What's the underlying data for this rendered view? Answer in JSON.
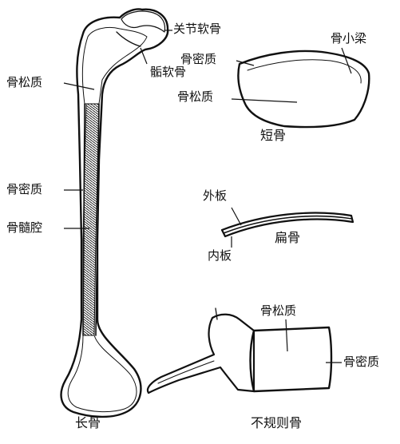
{
  "long_bone": {
    "caption": "长骨",
    "labels": {
      "articular_cartilage": "关节软骨",
      "epiphyseal_cartilage": "骺软骨",
      "spongy_bone": "骨松质",
      "compact_bone": "骨密质",
      "marrow_cavity": "骨髓腔"
    }
  },
  "short_bone": {
    "caption": "短骨",
    "labels": {
      "trabecula": "骨小梁",
      "compact_bone": "骨密质",
      "spongy_bone": "骨松质"
    }
  },
  "flat_bone": {
    "caption": "扁骨",
    "labels": {
      "outer_plate": "外板",
      "inner_plate": "内板"
    }
  },
  "irregular_bone": {
    "caption": "不规则骨",
    "labels": {
      "spongy_bone": "骨松质",
      "compact_bone": "骨密质"
    }
  }
}
